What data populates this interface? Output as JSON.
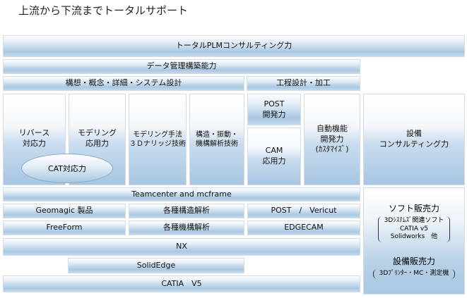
{
  "title": "上流から下流までトータルサポート",
  "rows": {
    "plm": "トータルPLMコンサルティング力",
    "data": "データ管理構築能力",
    "design": "構想・概念・詳細・システム設計",
    "process": "工程設計・加工",
    "teamcenter": "Teamcenter and mcframe",
    "geomagic": "Geomagic 製品",
    "struct": "各種構造解析",
    "post_vericut": "POST　/　Vericut",
    "freeform": "FreeForm",
    "mech": "各種機構解析",
    "edgecam": "EDGECAM",
    "nx": "NX",
    "solidedge": "SolidEdge",
    "catia": "CATIA　V5"
  },
  "cells": {
    "reverse": [
      "リバース",
      "対応力"
    ],
    "modeling": [
      "モデリング",
      "応用力"
    ],
    "knowledge": [
      "モデリング手法",
      "３Ｄナリッジ技術"
    ],
    "analysis": [
      "構造・振動・",
      "機構解析技術"
    ],
    "post": [
      "POST",
      "開発力"
    ],
    "cam": [
      "CAM",
      "応用力"
    ],
    "auto": [
      "自動機能",
      "開発力",
      "(ｶｽﾀﾏｲｽﾞ)"
    ],
    "equip": [
      "設備",
      "コンサルティング力"
    ],
    "cat": "CAT対応力"
  },
  "sales": {
    "soft_title": "ソフト販売力",
    "soft_items": [
      "3Dｼｽﾃﾑｽﾞ関連ソフト",
      "CATIA v5",
      "Solidworks　他"
    ],
    "equip_title": "設備販売力",
    "equip_items": "3Dﾌﾟﾘﾝﾀｰ・MC・測定機"
  }
}
